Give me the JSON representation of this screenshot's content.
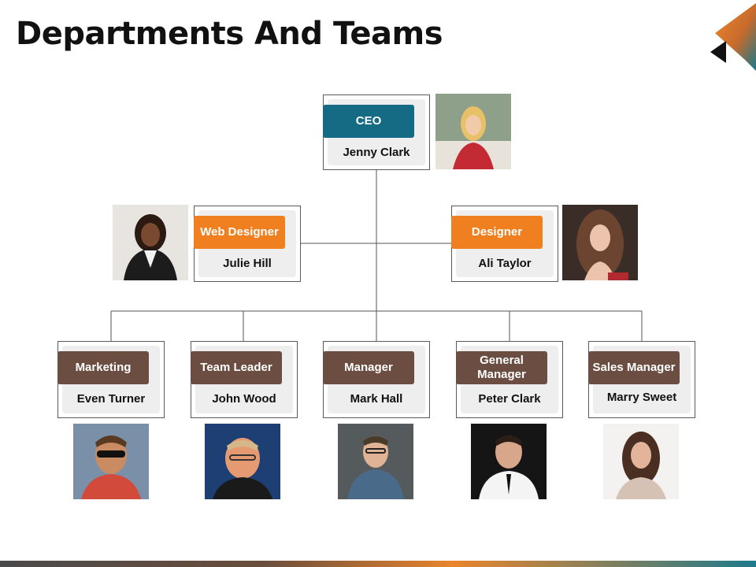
{
  "title": "Departments And Teams",
  "colors": {
    "teal": "#166b84",
    "orange": "#f0801f",
    "brown": "#6b4d42",
    "connector": "#555555"
  },
  "ceo": {
    "role": "CEO",
    "name": "Jenny Clark"
  },
  "level2": [
    {
      "role": "Web Designer",
      "name": "Julie Hill"
    },
    {
      "role": "Designer",
      "name": "Ali Taylor"
    }
  ],
  "level3": [
    {
      "role": "Marketing",
      "name": "Even Turner"
    },
    {
      "role": "Team Leader",
      "name": "John Wood"
    },
    {
      "role": "Manager",
      "name": "Mark Hall"
    },
    {
      "role": "General Manager",
      "name": "Peter Clark"
    },
    {
      "role": "Sales Manager",
      "name": "Marry Sweet"
    }
  ],
  "icons": [
    "person-photo",
    "corner-arrow-icon"
  ]
}
